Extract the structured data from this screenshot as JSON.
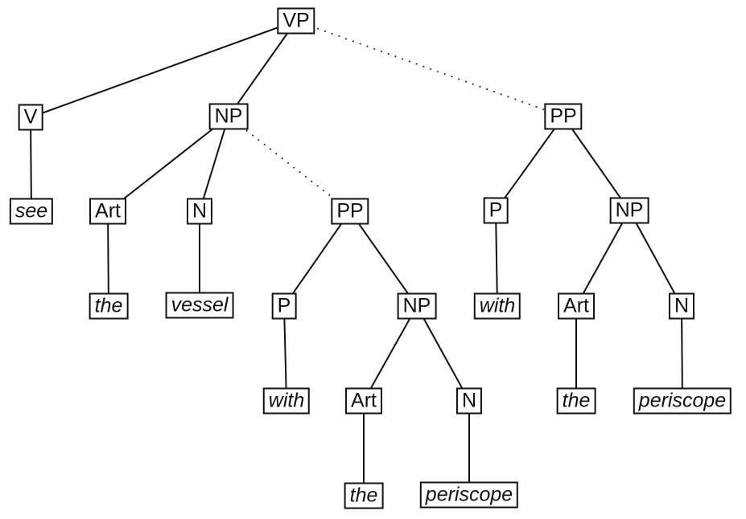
{
  "diagram": {
    "type": "syntax-tree",
    "nodes": {
      "vp": {
        "label": "VP",
        "kind": "phrase"
      },
      "v": {
        "label": "V",
        "kind": "category"
      },
      "np_obj": {
        "label": "NP",
        "kind": "phrase"
      },
      "pp_vp": {
        "label": "PP",
        "kind": "phrase"
      },
      "see": {
        "label": "see",
        "kind": "word"
      },
      "art_obj": {
        "label": "Art",
        "kind": "category"
      },
      "n_obj": {
        "label": "N",
        "kind": "category"
      },
      "pp_np": {
        "label": "PP",
        "kind": "phrase"
      },
      "p_vp": {
        "label": "P",
        "kind": "category"
      },
      "np_ppvp": {
        "label": "NP",
        "kind": "phrase"
      },
      "the_obj": {
        "label": "the",
        "kind": "word"
      },
      "vessel": {
        "label": "vessel",
        "kind": "word"
      },
      "p_np": {
        "label": "P",
        "kind": "category"
      },
      "np_ppnp": {
        "label": "NP",
        "kind": "phrase"
      },
      "with_vp": {
        "label": "with",
        "kind": "word"
      },
      "art_ppvp": {
        "label": "Art",
        "kind": "category"
      },
      "n_ppvp": {
        "label": "N",
        "kind": "category"
      },
      "with_np": {
        "label": "with",
        "kind": "word"
      },
      "art_ppnp": {
        "label": "Art",
        "kind": "category"
      },
      "n_ppnp": {
        "label": "N",
        "kind": "category"
      },
      "the_ppvp": {
        "label": "the",
        "kind": "word"
      },
      "periscope_ppvp": {
        "label": "periscope",
        "kind": "word"
      },
      "the_ppnp": {
        "label": "the",
        "kind": "word"
      },
      "periscope_ppnp": {
        "label": "periscope",
        "kind": "word"
      }
    },
    "edges": [
      {
        "from": "vp",
        "to": "v",
        "style": "solid"
      },
      {
        "from": "vp",
        "to": "np_obj",
        "style": "solid"
      },
      {
        "from": "vp",
        "to": "pp_vp",
        "style": "dotted"
      },
      {
        "from": "v",
        "to": "see",
        "style": "solid"
      },
      {
        "from": "np_obj",
        "to": "art_obj",
        "style": "solid"
      },
      {
        "from": "np_obj",
        "to": "n_obj",
        "style": "solid"
      },
      {
        "from": "np_obj",
        "to": "pp_np",
        "style": "dotted"
      },
      {
        "from": "art_obj",
        "to": "the_obj",
        "style": "solid"
      },
      {
        "from": "n_obj",
        "to": "vessel",
        "style": "solid"
      },
      {
        "from": "pp_np",
        "to": "p_np",
        "style": "solid"
      },
      {
        "from": "pp_np",
        "to": "np_ppnp",
        "style": "solid"
      },
      {
        "from": "p_np",
        "to": "with_np",
        "style": "solid"
      },
      {
        "from": "np_ppnp",
        "to": "art_ppnp",
        "style": "solid"
      },
      {
        "from": "np_ppnp",
        "to": "n_ppnp",
        "style": "solid"
      },
      {
        "from": "art_ppnp",
        "to": "the_ppnp",
        "style": "solid"
      },
      {
        "from": "n_ppnp",
        "to": "periscope_ppnp",
        "style": "solid"
      },
      {
        "from": "pp_vp",
        "to": "p_vp",
        "style": "solid"
      },
      {
        "from": "pp_vp",
        "to": "np_ppvp",
        "style": "solid"
      },
      {
        "from": "p_vp",
        "to": "with_vp",
        "style": "solid"
      },
      {
        "from": "np_ppvp",
        "to": "art_ppvp",
        "style": "solid"
      },
      {
        "from": "np_ppvp",
        "to": "n_ppvp",
        "style": "solid"
      },
      {
        "from": "art_ppvp",
        "to": "the_ppvp",
        "style": "solid"
      },
      {
        "from": "n_ppvp",
        "to": "periscope_ppvp",
        "style": "solid"
      }
    ],
    "edge_colors": {
      "line": "#111111"
    }
  }
}
